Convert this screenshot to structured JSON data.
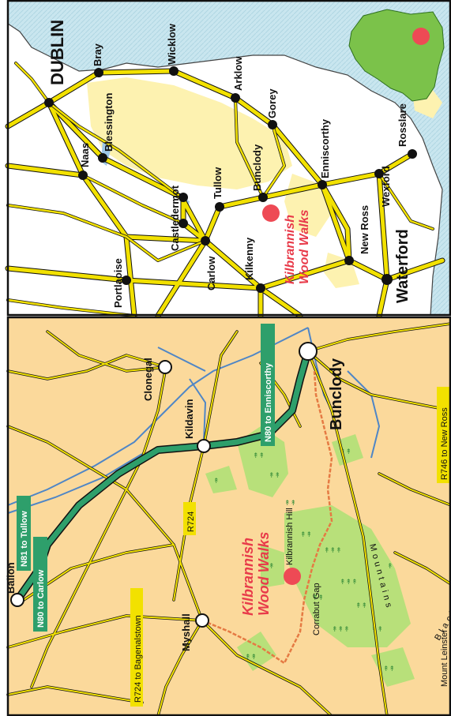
{
  "map_top": {
    "towns": [
      "DUBLIN",
      "Bray",
      "Wicklow",
      "Arklow",
      "Gorey",
      "Blessington",
      "Naas",
      "Enniscorthy",
      "Rosslare",
      "Wexford",
      "Bunclody",
      "Tullow",
      "Castledermot",
      "Carlow",
      "Kilkenny",
      "New Ross",
      "Waterford",
      "Portlaoise"
    ],
    "highlight": "Kilbrannish Wood Walks",
    "colors": {
      "sea": "#c9e6ef",
      "land": "#ffffff",
      "mountain": "#fdf2b0",
      "road": "#f2e100",
      "marker": "#ee4a55",
      "label_red": "#e83b4a"
    }
  },
  "map_bottom": {
    "towns": [
      "Ballon",
      "Clonegal",
      "Kildavin",
      "Myshall",
      "Bunclody"
    ],
    "road_labels": [
      "N80 to Carlow",
      "N81 to Tullow",
      "N80 to Enniscorthy",
      "R724 to Bagenalstown",
      "R724",
      "R746 to New Ross"
    ],
    "places": [
      "Kilbrannish Hill",
      "Corrabut Gap",
      "Mount Leinster",
      "Blackstairs Mountains"
    ],
    "highlight": "Kilbrannish Wood Walks",
    "colors": {
      "background": "#fbd99b",
      "road": "#f2e100",
      "national_road": "#2e9f6b",
      "river": "#4f86c6",
      "forest": "#b8e07a",
      "trail": "#e57a43",
      "marker": "#ee4a55"
    }
  },
  "inset": {
    "description_label": ""
  }
}
